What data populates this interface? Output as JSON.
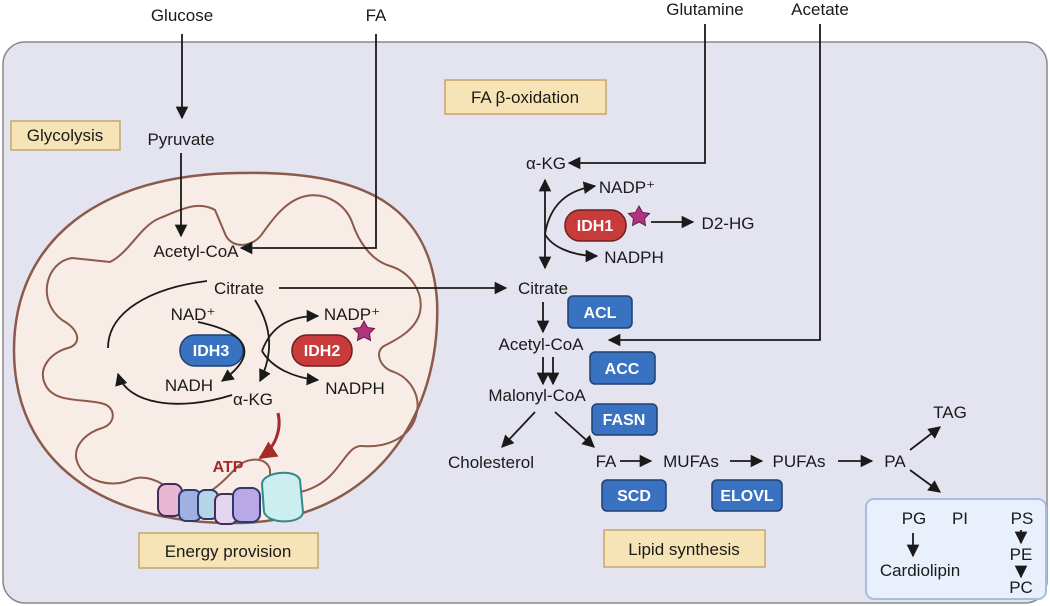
{
  "inputs": {
    "glucose": "Glucose",
    "fa": "FA",
    "glutamine": "Glutamine",
    "acetate": "Acetate"
  },
  "boxes": {
    "glycolysis": "Glycolysis",
    "fa_beta_oxidation": "FA β-oxidation",
    "energy_provision": "Energy provision",
    "lipid_synthesis": "Lipid synthesis"
  },
  "mito": {
    "pyruvate": "Pyruvate",
    "acetyl_coa": "Acetyl-CoA",
    "citrate": "Citrate",
    "nad_plus": "NAD⁺",
    "nadh": "NADH",
    "nadp_plus": "NADP⁺",
    "nadph": "NADPH",
    "akg": "α-KG",
    "atp": "ATP"
  },
  "cyto": {
    "akg": "α-KG",
    "nadp_plus": "NADP⁺",
    "nadph": "NADPH",
    "d2hg": "D2-HG",
    "citrate": "Citrate",
    "acetyl_coa": "Acetyl-CoA",
    "malonyl_coa": "Malonyl-CoA",
    "cholesterol": "Cholesterol",
    "fa": "FA",
    "mufas": "MUFAs",
    "pufas": "PUFAs",
    "pa": "PA",
    "tag": "TAG"
  },
  "enzymes": {
    "idh1": "IDH1",
    "idh2": "IDH2",
    "idh3": "IDH3",
    "acl": "ACL",
    "acc": "ACC",
    "fasn": "FASN",
    "scd": "SCD",
    "elovl": "ELOVL"
  },
  "phospholipids": {
    "pg": "PG",
    "pi": "PI",
    "ps": "PS",
    "pe": "PE",
    "pc": "PC",
    "cardiolipin": "Cardiolipin"
  },
  "colors": {
    "cell_fill": "#e3e4f0",
    "mito_fill": "#f8ece7",
    "mito_stroke": "#8b5a4a",
    "label_box_fill": "#f6e3b6",
    "label_box_stroke": "#c9a46a",
    "enzyme_blue": "#3a72c2",
    "enzyme_red": "#c93a3a",
    "star": "#b0357e",
    "atp_red": "#a52a2a",
    "pl_box_fill": "#e9effb",
    "pl_box_stroke": "#a8bbe0"
  },
  "icons": [
    "mutation-star-icon",
    "atp-synthase-icon"
  ]
}
